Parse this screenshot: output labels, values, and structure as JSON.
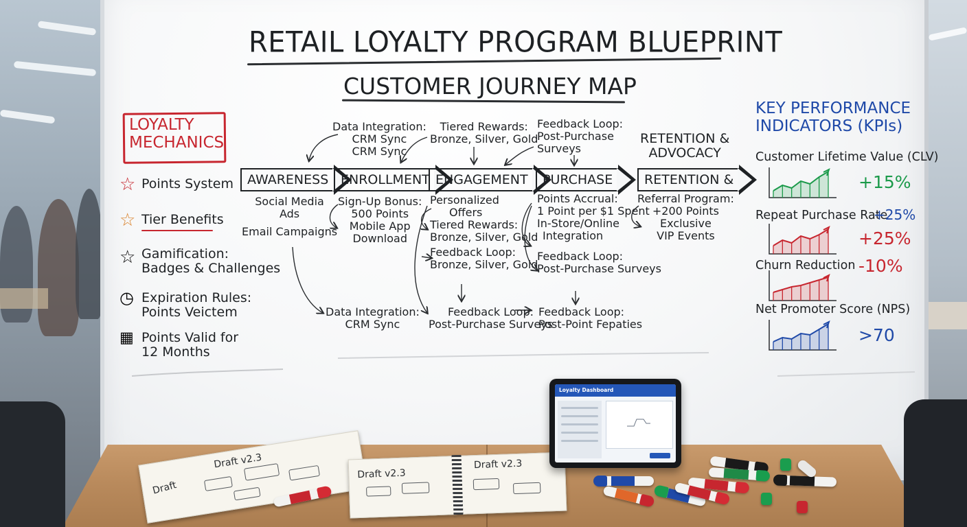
{
  "board": {
    "title": "RETAIL LOYALTY PROGRAM BLUEPRINT",
    "subtitle": "CUSTOMER JOURNEY MAP"
  },
  "mechanics": {
    "heading_line1": "LOYALTY",
    "heading_line2": "MECHANICS",
    "items": [
      {
        "icon": "star-outline-red-icon",
        "lines": [
          "Points System"
        ]
      },
      {
        "icon": "star-outline-orange-icon",
        "lines": [
          "Tier Benefits"
        ]
      },
      {
        "icon": "star-outline-icon",
        "lines": [
          "Gamification:",
          "Badges & Challenges"
        ]
      },
      {
        "icon": "clock-icon",
        "lines": [
          "Expiration Rules:",
          "Points Veictem"
        ]
      },
      {
        "icon": "calendar-icon",
        "lines": [
          "Points Valid for",
          "12 Months"
        ]
      }
    ]
  },
  "journey": {
    "stages": [
      "AWARENESS",
      "ENROLLMENT",
      "ENGAGEMENT",
      "PURCHASE",
      "RETENTION &"
    ],
    "retention_header": [
      "RETENTION &",
      "ADVOCACY"
    ],
    "top_notes": [
      [
        "Data Integration:",
        "CRM Sync",
        "CRM Sync"
      ],
      [
        "Tiered Rewards:",
        "Bronze, Silver, Gold"
      ],
      [
        "Feedback Loop:",
        "Post-Purchase",
        "Surveys"
      ]
    ],
    "awareness_notes": [
      "Social Media",
      "Ads",
      "Email Campaigns"
    ],
    "enrollment_notes": [
      "Sign-Up Bonus:",
      "500 Points",
      "Mobile App",
      "Download"
    ],
    "engagement_notes": [
      "Personalized",
      "Offers",
      "Tiered Rewards:",
      "Bronze, Silver, Gold",
      "Feedback Loop:",
      "Bronze, Silver, Gold"
    ],
    "purchase_notes": [
      "Points Accrual:",
      "1 Point per $1 Spent",
      "In-Store/Online",
      "Integration",
      "Feedback Loop:",
      "Post-Purchase Surveys"
    ],
    "retention_notes": [
      "Referral Program:",
      "+200 Points",
      "Exclusive",
      "VIP Events"
    ],
    "bottom_notes": [
      [
        "Data Integration:",
        "CRM Sync"
      ],
      [
        "Feedback Loop:",
        "Post-Purchase Surveys"
      ],
      [
        "Feedback Loop:",
        "Post-Point Fepaties"
      ]
    ]
  },
  "kpis": {
    "heading_line1": "KEY PERFORMANCE",
    "heading_line2": "INDICATORS (KPIs)",
    "items": [
      {
        "label": "Customer Lifetime Value (CLV)",
        "value": "+15%",
        "color": "#1b9a4a",
        "trend": [
          0.25,
          0.45,
          0.35,
          0.6,
          0.5,
          0.75,
          0.95
        ]
      },
      {
        "label": "Repeat Purchase Rate",
        "label_value": "+25%",
        "value": "+25%",
        "color": "#c7262f",
        "trend": [
          0.3,
          0.5,
          0.4,
          0.65,
          0.55,
          0.7,
          0.9
        ]
      },
      {
        "label": "Churn Reduction",
        "value": "-10%",
        "color": "#c7262f",
        "trend": [
          0.3,
          0.4,
          0.5,
          0.55,
          0.65,
          0.75,
          0.85
        ]
      },
      {
        "label": "Net Promoter Score (NPS)",
        "value": ">70",
        "color": "#1f49a8",
        "trend": [
          0.3,
          0.45,
          0.4,
          0.6,
          0.55,
          0.75,
          0.95
        ]
      }
    ]
  },
  "desk": {
    "notebook_left_labels": [
      "Draft",
      "Draft v2.3"
    ],
    "notebook_right_labels": [
      "Draft v2.3",
      "Draft v2.3"
    ],
    "tablet_title": "Loyalty Dashboard"
  },
  "colors": {
    "ink": "#1e2124",
    "red": "#c7262f",
    "blue": "#1f49a8",
    "green": "#1b9a4a"
  }
}
